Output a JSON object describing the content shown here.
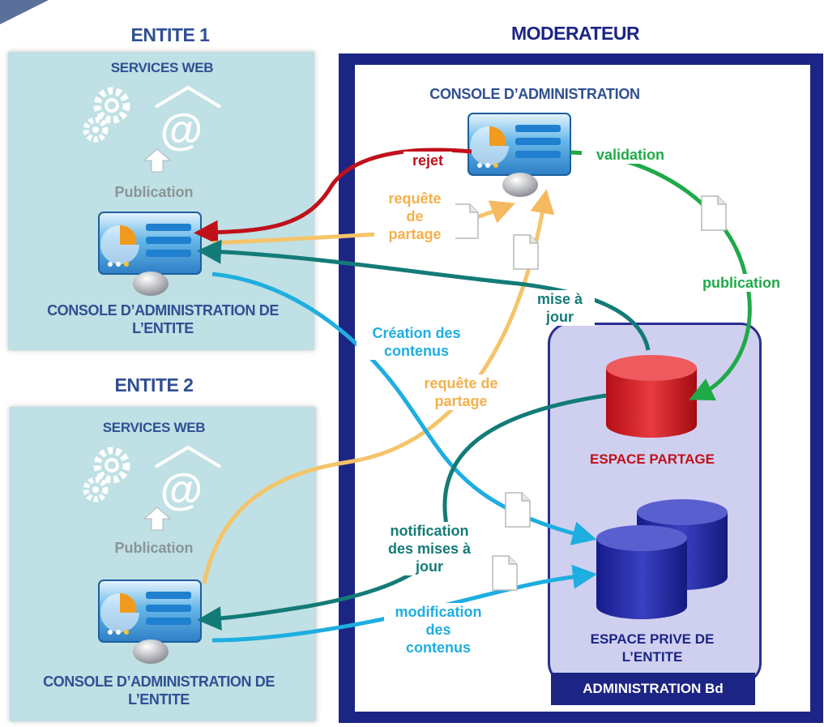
{
  "entite1": {
    "title": "ENTITE 1",
    "services": "SERVICES WEB",
    "publication": "Publication",
    "console_line1": "CONSOLE D’ADMINISTRATION DE",
    "console_line2": "L’ENTITE"
  },
  "entite2": {
    "title": "ENTITE 2",
    "services": "SERVICES WEB",
    "publication": "Publication",
    "console_line1": "CONSOLE D’ADMINISTRATION DE",
    "console_line2": "L’ENTITE"
  },
  "moderateur": {
    "title": "MODERATEUR",
    "console": "CONSOLE D’ADMINISTRATION",
    "espace_partage": "ESPACE PARTAGE",
    "espace_prive_line1": "ESPACE PRIVE DE",
    "espace_prive_line2": "L’ENTITE",
    "admin_bd": "ADMINISTRATION Bd"
  },
  "labels": {
    "rejet": "rejet",
    "validation": "validation",
    "requete1_l1": "requête",
    "requete1_l2": "de",
    "requete1_l3": "partage",
    "publication": "publication",
    "mise_l1": "mise à",
    "mise_l2": "jour",
    "creation_l1": "Création des",
    "creation_l2": "contenus",
    "requete2_l1": "requête de",
    "requete2_l2": "partage",
    "notif_l1": "notification",
    "notif_l2": "des mises à",
    "notif_l3": "jour",
    "modif_l1": "modification",
    "modif_l2": "des",
    "modif_l3": "contenus"
  },
  "colors": {
    "red": "#c0101a",
    "orange": "#f5b961",
    "green": "#1faa48",
    "teal": "#137b77",
    "blue": "#1eaee0",
    "navy": "#1c2583",
    "title_blue": "#2f4f93"
  }
}
